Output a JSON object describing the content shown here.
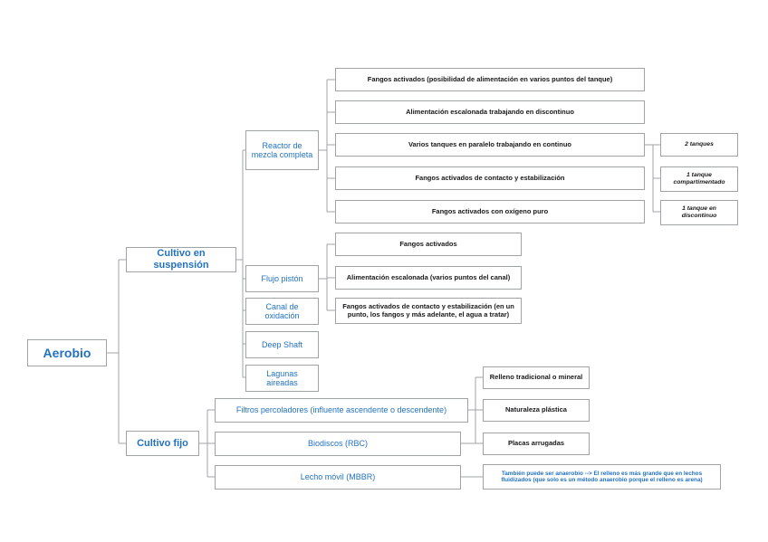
{
  "diagram": {
    "title": "Aerobio",
    "type": "mind-map",
    "colors": {
      "node_text_blue": "#2272c0",
      "node_text_dark": "#18181a",
      "node_border": "#9fa3a6",
      "connector": "#9fa3a6",
      "background": "#ffffff"
    }
  },
  "root": {
    "label": "Aerobio"
  },
  "branches": [
    {
      "label": "Cultivo en suspensión"
    },
    {
      "label": "Cultivo fijo"
    }
  ],
  "suspension": {
    "categories": [
      {
        "label": "Reactor de mezcla completa"
      },
      {
        "label": "Flujo pistón"
      },
      {
        "label": "Canal de oxidación"
      },
      {
        "label": "Deep Shaft"
      },
      {
        "label": "Lagunas aireadas"
      }
    ],
    "reactor_items": [
      {
        "label": "Fangos activados (posibilidad de alimentación en varios puntos del tanque)"
      },
      {
        "label": "Alimentación escalonada trabajando en discontinuo"
      },
      {
        "label": "Varios tanques en paralelo trabajando en continuo"
      },
      {
        "label": "Fangos activados de contacto y estabilización"
      },
      {
        "label": "Fangos activados con oxígeno puro"
      }
    ],
    "reactor_subitems": [
      {
        "label": "2 tanques"
      },
      {
        "label": "1 tanque compartimentado"
      },
      {
        "label": "1 tanque en discontinuo"
      }
    ],
    "flujo_piston_items": [
      {
        "label": "Fangos activados"
      },
      {
        "label": "Alimentación escalonada (varios puntos del canal)"
      },
      {
        "label": "Fangos activados de contacto y estabilización (en un punto, los fangos y más adelante, el agua a tratar)"
      }
    ]
  },
  "fijo": {
    "items": [
      {
        "label": "Filtros percoladores (influente ascendente o descendente)"
      },
      {
        "label": "Biodiscos (RBC)"
      },
      {
        "label": "Lecho móvil (MBBR)"
      }
    ],
    "filter_media": [
      {
        "label": "Relleno tradicional o mineral"
      },
      {
        "label": "Naturaleza plástica"
      },
      {
        "label": "Placas arrugadas"
      }
    ],
    "note": {
      "label": "También puede ser anaerobio --> El relleno es más grande que en lechos fluidizados (que solo es un método anaerobio porque el relleno es arena)"
    }
  }
}
